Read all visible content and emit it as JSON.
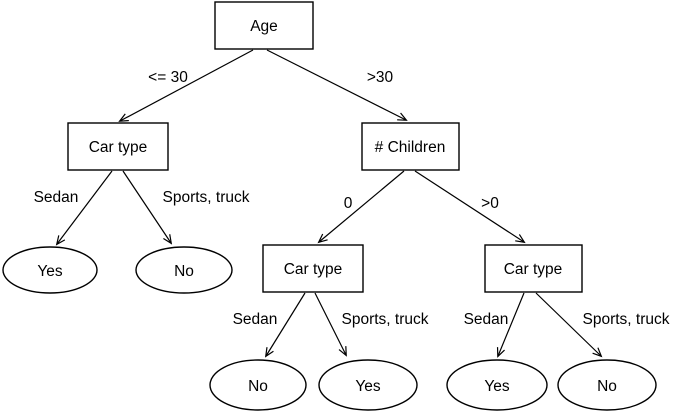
{
  "figure": {
    "type": "decision-tree",
    "background_color": "#ffffff",
    "stroke_color": "#000000",
    "text_color": "#000000",
    "nodes": {
      "age": {
        "label": "Age",
        "shape": "rect",
        "role": "root-decision"
      },
      "car_type_left": {
        "label": "Car type",
        "shape": "rect",
        "role": "decision"
      },
      "num_children": {
        "label": "# Children",
        "shape": "rect",
        "role": "decision"
      },
      "car_type_mid": {
        "label": "Car type",
        "shape": "rect",
        "role": "decision"
      },
      "car_type_right": {
        "label": "Car type",
        "shape": "rect",
        "role": "decision"
      },
      "leaf_yes_left": {
        "label": "Yes",
        "shape": "ellipse",
        "role": "leaf"
      },
      "leaf_no_left": {
        "label": "No",
        "shape": "ellipse",
        "role": "leaf"
      },
      "leaf_no_mid": {
        "label": "No",
        "shape": "ellipse",
        "role": "leaf"
      },
      "leaf_yes_mid": {
        "label": "Yes",
        "shape": "ellipse",
        "role": "leaf"
      },
      "leaf_yes_right": {
        "label": "Yes",
        "shape": "ellipse",
        "role": "leaf"
      },
      "leaf_no_right": {
        "label": "No",
        "shape": "ellipse",
        "role": "leaf"
      }
    },
    "edges": {
      "age_le30": {
        "from": "age",
        "to": "car_type_left",
        "label": "<= 30"
      },
      "age_gt30": {
        "from": "age",
        "to": "num_children",
        "label": ">30"
      },
      "left_sedan": {
        "from": "car_type_left",
        "to": "leaf_yes_left",
        "label": "Sedan"
      },
      "left_sports_truck": {
        "from": "car_type_left",
        "to": "leaf_no_left",
        "label": "Sports, truck"
      },
      "children_zero": {
        "from": "num_children",
        "to": "car_type_mid",
        "label": "0"
      },
      "children_gt_zero": {
        "from": "num_children",
        "to": "car_type_right",
        "label": ">0"
      },
      "mid_sedan": {
        "from": "car_type_mid",
        "to": "leaf_no_mid",
        "label": "Sedan"
      },
      "mid_sports_truck": {
        "from": "car_type_mid",
        "to": "leaf_yes_mid",
        "label": "Sports, truck"
      },
      "right_sedan": {
        "from": "car_type_right",
        "to": "leaf_yes_right",
        "label": "Sedan"
      },
      "right_sports_truck": {
        "from": "car_type_right",
        "to": "leaf_no_right",
        "label": "Sports, truck"
      }
    }
  }
}
